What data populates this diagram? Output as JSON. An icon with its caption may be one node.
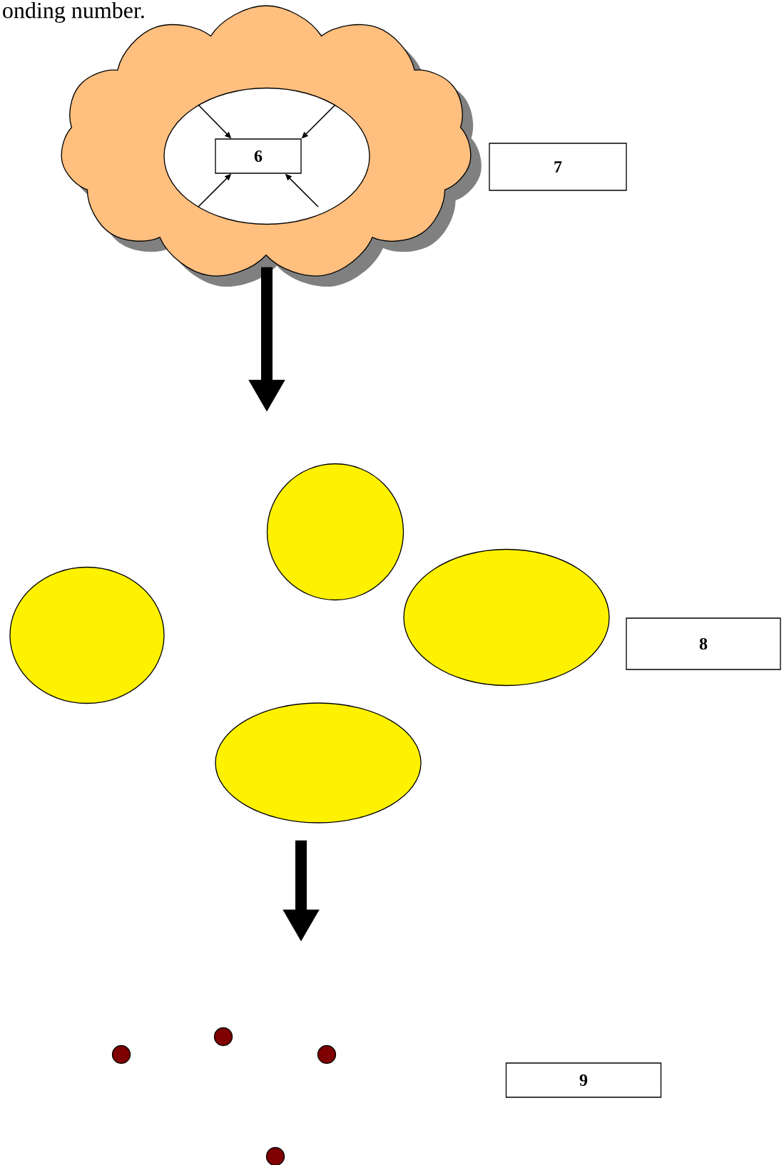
{
  "diagram": {
    "nodes": [
      {
        "text": [],
        "shape": "cloud"
      },
      {
        "text": [],
        "shape": "ellipse",
        "in": 0
      },
      {
        "text": [
          "6"
        ],
        "in": 1
      },
      {
        "text": [
          "7"
        ]
      },
      {
        "text": [],
        "shape": "ellipse"
      },
      {
        "text": [],
        "shape": "ellipse"
      },
      {
        "text": [],
        "shape": "circle"
      },
      {
        "text": [],
        "shape": "ellipse"
      },
      {
        "text": [
          "8"
        ]
      },
      {
        "text": [],
        "shape": "circle"
      },
      {
        "text": [],
        "shape": "circle"
      },
      {
        "text": [],
        "shape": "circle"
      },
      {
        "text": [],
        "shape": "circle"
      },
      {
        "text": [
          "9"
        ]
      }
    ],
    "edges": [
      {
        "from": null,
        "to": 2,
        "arrow": "to"
      },
      {
        "from": null,
        "to": 2,
        "arrow": "to"
      },
      {
        "from": null,
        "to": 2,
        "arrow": "to"
      },
      {
        "from": null,
        "to": 2,
        "arrow": "to"
      },
      {
        "from": 0,
        "to": null,
        "arrow": "to",
        "style": "thick"
      },
      {
        "from": 5,
        "to": null,
        "arrow": "to",
        "style": "thick"
      }
    ],
    "labels": [
      "onding number."
    ]
  }
}
